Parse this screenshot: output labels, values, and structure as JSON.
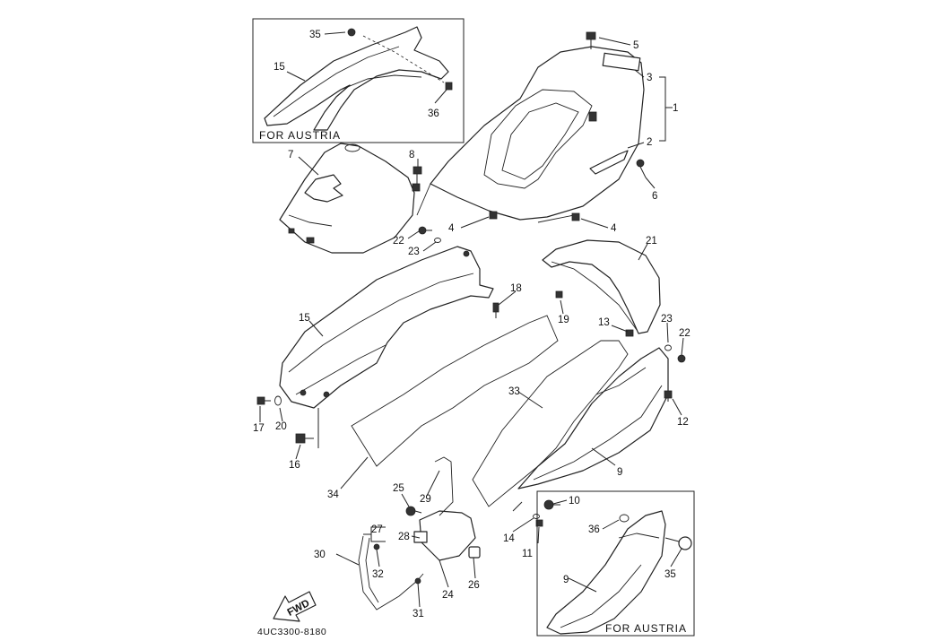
{
  "diagram": {
    "drawing_code": "4UC3300-8180",
    "inset_top": {
      "caption": "FOR AUSTRIA"
    },
    "inset_bottom": {
      "caption": "FOR AUSTRIA"
    },
    "fwd_label": "FWD",
    "callouts": {
      "c1": "1",
      "c2": "2",
      "c3": "3",
      "c4a": "4",
      "c4b": "4",
      "c5": "5",
      "c6": "6",
      "c7": "7",
      "c8": "8",
      "c9": "9",
      "c9b": "9",
      "c10": "10",
      "c11": "11",
      "c12": "12",
      "c13": "13",
      "c14": "14",
      "c15a": "15",
      "c15b": "15",
      "c16": "16",
      "c17": "17",
      "c18": "18",
      "c19": "19",
      "c20": "20",
      "c21": "21",
      "c22a": "22",
      "c22b": "22",
      "c23a": "23",
      "c23b": "23",
      "c24": "24",
      "c25": "25",
      "c26": "26",
      "c27": "27",
      "c28": "28",
      "c29": "29",
      "c30": "30",
      "c31": "31",
      "c32": "32",
      "c33": "33",
      "c34": "34",
      "c35a": "35",
      "c35b": "35",
      "c36a": "36",
      "c36b": "36"
    }
  }
}
